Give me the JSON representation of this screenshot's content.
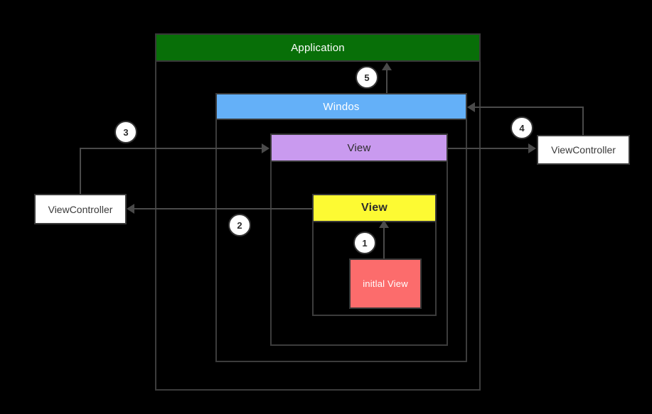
{
  "diagram": {
    "title_context": "iOS app view hierarchy diagram",
    "background_color": "#000000",
    "line_color": "#4a4a4a",
    "boxes": {
      "application": {
        "label": "Application",
        "fill": "#086F08",
        "text_color": "#ffffff"
      },
      "windows": {
        "label": "Windos",
        "fill": "#64B0F8",
        "text_color": "#ffffff"
      },
      "view_outer": {
        "label": "View",
        "fill": "#C99AEF",
        "text_color": "#2d2d2d"
      },
      "view_inner": {
        "label": "View",
        "fill": "#FDFA33",
        "text_color": "#2d2d2d"
      },
      "initial_view": {
        "label": "initlal View",
        "fill": "#FC6C6C",
        "text_color": "#ffffff"
      },
      "view_controller_left": {
        "label": "ViewController",
        "fill": "#ffffff",
        "text_color": "#3a3a3a"
      },
      "view_controller_right": {
        "label": "ViewController",
        "fill": "#ffffff",
        "text_color": "#3a3a3a"
      }
    },
    "step_badges": {
      "step1": "1",
      "step2": "2",
      "step3": "3",
      "step4": "4",
      "step5": "5"
    }
  }
}
